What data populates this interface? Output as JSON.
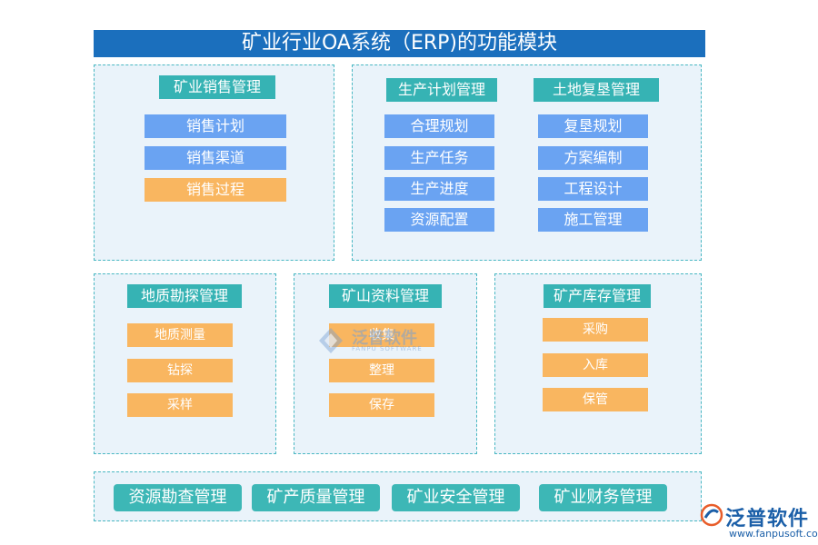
{
  "title": "矿业行业OA系统（ERP)的功能模块",
  "modules": {
    "sales": {
      "header": "矿业销售管理",
      "items": [
        "销售计划",
        "销售渠道",
        "销售过程"
      ]
    },
    "production": {
      "header": "生产计划管理",
      "items": [
        "合理规划",
        "生产任务",
        "生产进度",
        "资源配置"
      ]
    },
    "land": {
      "header": "土地复垦管理",
      "items": [
        "复垦规划",
        "方案编制",
        "工程设计",
        "施工管理"
      ]
    },
    "geology": {
      "header": "地质勘探管理",
      "items": [
        "地质测量",
        "钻探",
        "采样"
      ]
    },
    "data": {
      "header": "矿山资料管理",
      "items": [
        "收集",
        "整理",
        "保存"
      ]
    },
    "inventory": {
      "header": "矿产库存管理",
      "items": [
        "采购",
        "入库",
        "保管"
      ]
    }
  },
  "bottom": [
    "资源勘查管理",
    "矿产质量管理",
    "矿业安全管理",
    "矿业财务管理"
  ],
  "watermark": {
    "name": "泛普软件",
    "sub": "FANPU SOFTWARE"
  },
  "logo": {
    "name": "泛普软件",
    "url": "www.fanpusoft.com"
  },
  "colors": {
    "title": "#1b6fbd",
    "teal": "#36b3b4",
    "blue": "#6aa3f2",
    "orange": "#f9b660",
    "panel": "#eaf3fa"
  }
}
